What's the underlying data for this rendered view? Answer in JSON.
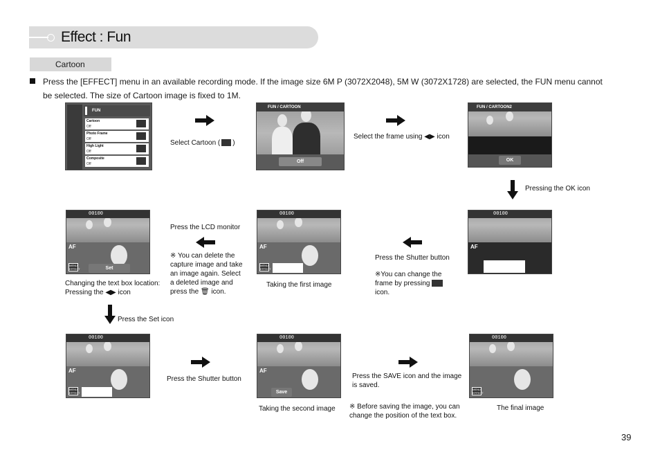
{
  "header": {
    "title": "Effect : Fun"
  },
  "section": {
    "label": "Cartoon"
  },
  "intro": "Press the [EFFECT] menu in an available recording mode. If the image size 6M P (3072X2048), 5M W (3072X1728) are selected, the FUN menu cannot be selected. The size of Cartoon image is fixed to 1M.",
  "menu_screen": {
    "title": "FUN",
    "items": [
      {
        "name": "Cartoon",
        "value": "Off"
      },
      {
        "name": "Photo Frame",
        "value": "Off"
      },
      {
        "name": "High Light",
        "value": "Off"
      },
      {
        "name": "Composite",
        "value": "Off"
      }
    ]
  },
  "screens": {
    "cartoon_title": "FUN  /  CARTOON",
    "cartoon_off": "Off",
    "cartoon2_title": "FUN  /  CARTOON2",
    "ok": "OK",
    "counter": "00100",
    "af": "AF",
    "set": "Set",
    "save": "Save",
    "menu_effect": "MENU EFFECT"
  },
  "captions": {
    "select_cartoon": "Select Cartoon (",
    "select_cartoon_end": ")",
    "select_frame": "Select the frame using ◀▶ icon",
    "pressing_ok": "Pressing the OK icon",
    "press_lcd": "Press the LCD monitor",
    "lcd_note_mark": "※",
    "lcd_note": "You can delete the capture image and take an image again. Select a deleted image and press the",
    "lcd_note_end": "icon.",
    "press_shutter_1": "Press the Shutter button",
    "shutter_note_mark": "※",
    "shutter_note": "You can change the frame by pressing",
    "shutter_note_end": "icon.",
    "changing_textbox": "Changing the text box location: Pressing the ◀▶ icon",
    "taking_first": "Taking the first image",
    "press_set": "Press the Set icon",
    "press_shutter_2": "Press the Shutter button",
    "press_save": "Press the SAVE icon and the image is saved.",
    "taking_second": "Taking the second image",
    "before_saving_mark": "※",
    "before_saving": "Before saving the image, you can change the position of the text box.",
    "final_image": "The final image"
  },
  "page_number": "39",
  "icons": [
    "arrow-right-icon",
    "arrow-down-icon",
    "arrow-left-icon",
    "trash-icon",
    "cartoon-icon"
  ]
}
